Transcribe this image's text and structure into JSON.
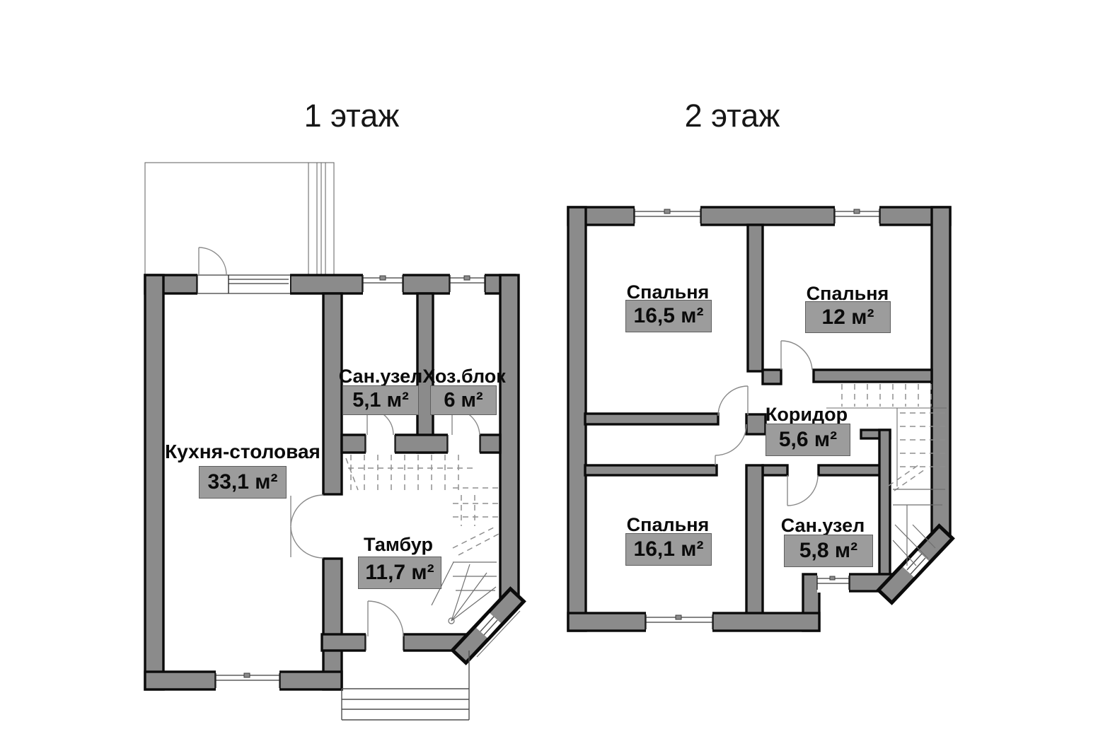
{
  "document": {
    "kind": "floor-plan",
    "language": "ru"
  },
  "floors": [
    {
      "id": "floor-1",
      "title": "1 этаж",
      "rooms": [
        {
          "name": "Кухня-столовая",
          "area": "33,1 м²"
        },
        {
          "name": "Сан.узел",
          "area": "5,1 м²"
        },
        {
          "name": "Хоз.блок",
          "area": "6 м²"
        },
        {
          "name": "Тамбур",
          "area": "11,7 м²"
        }
      ]
    },
    {
      "id": "floor-2",
      "title": "2 этаж",
      "rooms": [
        {
          "name": "Спальня",
          "area": "16,5 м²"
        },
        {
          "name": "Спальня",
          "area": "12 м²"
        },
        {
          "name": "Коридор",
          "area": "5,6 м²"
        },
        {
          "name": "Спальня",
          "area": "16,1 м²"
        },
        {
          "name": "Сан.узел",
          "area": "5,8 м²"
        }
      ]
    }
  ],
  "colors": {
    "background": "#ffffff",
    "wall_fill": "#8b8b8b",
    "wall_outline": "#0b0b0b",
    "badge_fill": "#9c9c9c",
    "badge_border": "#5e5e5e",
    "text": "#0b0b0b",
    "thin_line": "#4f4f4f",
    "dashed_line": "#8f8f8f"
  }
}
